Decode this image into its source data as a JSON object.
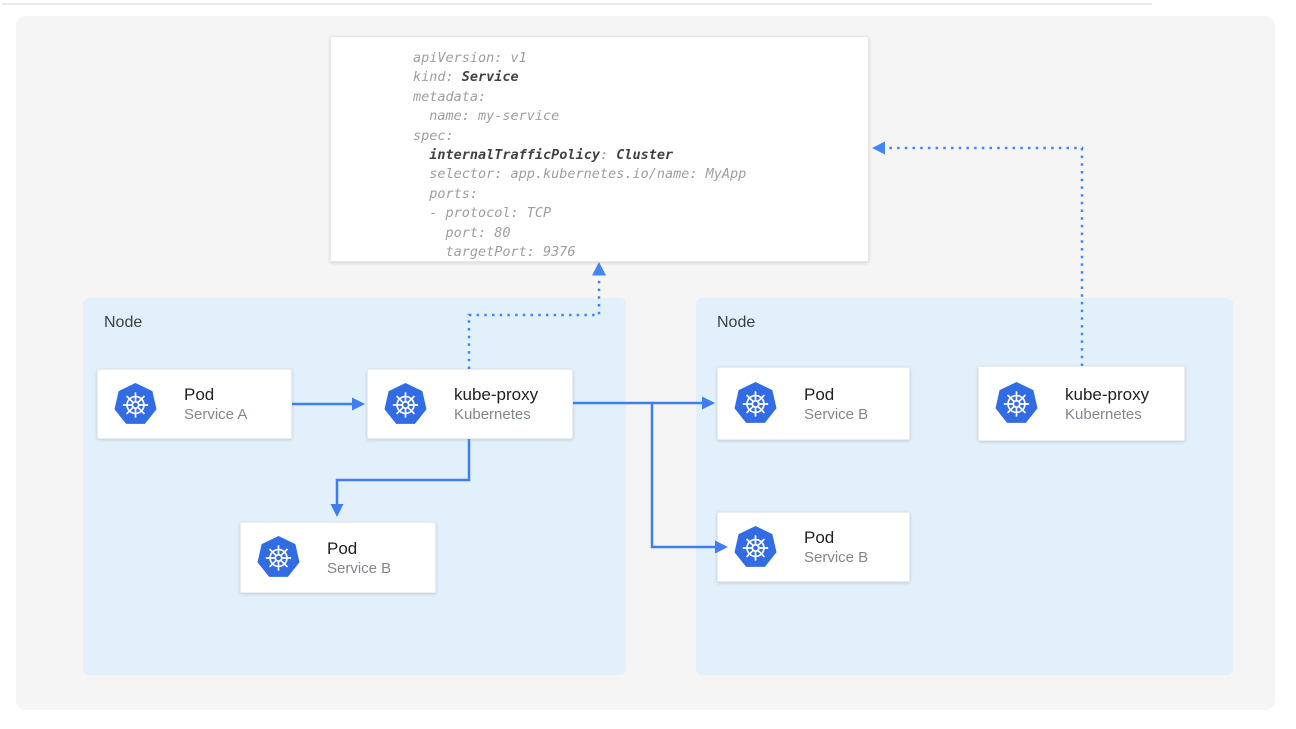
{
  "code_block": {
    "lines": [
      [
        {
          "text": "apiVersion: v1",
          "bold": false
        }
      ],
      [
        {
          "text": "kind: ",
          "bold": false
        },
        {
          "text": "Service",
          "bold": true
        }
      ],
      [
        {
          "text": "metadata:",
          "bold": false
        }
      ],
      [
        {
          "text": "  name: my-service",
          "bold": false
        }
      ],
      [
        {
          "text": "spec:",
          "bold": false
        }
      ],
      [
        {
          "text": "  ",
          "bold": false
        },
        {
          "text": "internalTrafficPolicy",
          "bold": true
        },
        {
          "text": ": ",
          "bold": false
        },
        {
          "text": "Cluster",
          "bold": true
        }
      ],
      [
        {
          "text": "  selector: app.kubernetes.io/name: MyApp",
          "bold": false
        }
      ],
      [
        {
          "text": "  ports:",
          "bold": false
        }
      ],
      [
        {
          "text": "  - protocol: TCP",
          "bold": false
        }
      ],
      [
        {
          "text": "    port: 80",
          "bold": false
        }
      ],
      [
        {
          "text": "    targetPort: 9376",
          "bold": false
        }
      ]
    ]
  },
  "nodes": {
    "left": {
      "label": "Node"
    },
    "right": {
      "label": "Node"
    }
  },
  "cards": {
    "pod_service_a": {
      "title": "Pod",
      "subtitle": "Service A"
    },
    "kube_proxy_left": {
      "title": "kube-proxy",
      "subtitle": "Kubernetes"
    },
    "pod_service_b_left": {
      "title": "Pod",
      "subtitle": "Service B"
    },
    "pod_service_b_right_top": {
      "title": "Pod",
      "subtitle": "Service B"
    },
    "pod_service_b_right_bottom": {
      "title": "Pod",
      "subtitle": "Service B"
    },
    "kube_proxy_right": {
      "title": "kube-proxy",
      "subtitle": "Kubernetes"
    }
  },
  "icons": {
    "kubernetes": "kubernetes-helm-icon"
  },
  "colors": {
    "kubernetes_blue": "#326ce5",
    "arrow_blue": "#3f7ef2",
    "node_background": "#e2f0fc",
    "panel_background": "#f5f5f6",
    "yaml_text": "#9e9e9e",
    "yaml_bold_text": "#424242",
    "card_title": "#212121",
    "card_subtitle": "#82878c"
  }
}
